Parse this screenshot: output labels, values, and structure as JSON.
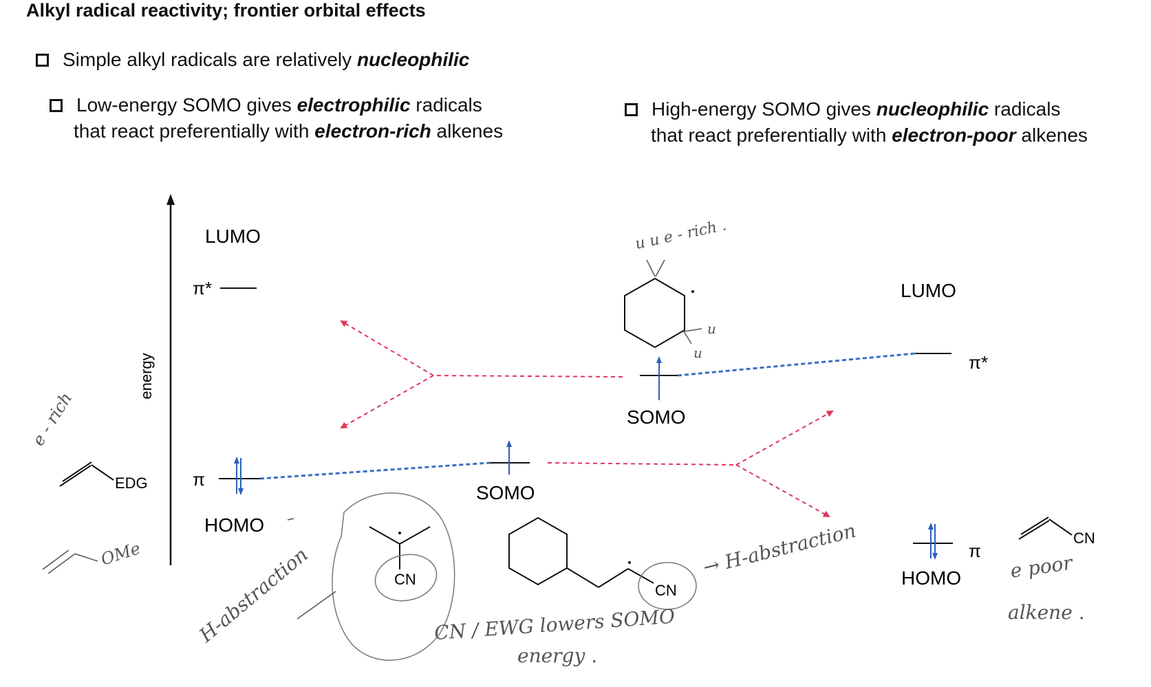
{
  "title": "Alkyl radical reactivity; frontier orbital effects",
  "bullet_main": {
    "text": "Simple alkyl radicals are relatively ",
    "emph": "nucleophilic"
  },
  "bullet_left": {
    "line1_pre": "Low-energy SOMO gives ",
    "line1_emph": "electrophilic",
    "line1_post": " radicals",
    "line2_pre": "that react preferentially with ",
    "line2_emph": "electron-rich",
    "line2_post": " alkenes"
  },
  "bullet_right": {
    "line1_pre": "High-energy SOMO gives ",
    "line1_emph": "nucleophilic",
    "line1_post": " radicals",
    "line2_pre": "that react preferentially with ",
    "line2_emph": "electron-poor",
    "line2_post": " alkenes"
  },
  "diagram": {
    "axis_label": "energy",
    "left": {
      "lumo": "LUMO",
      "pi_star": "π*",
      "pi": "π",
      "homo": "HOMO",
      "substituent": "EDG"
    },
    "center": {
      "somo_low": "SOMO",
      "somo_high": "SOMO",
      "cn_a": "CN",
      "cn_b": "CN"
    },
    "right": {
      "lumo": "LUMO",
      "pi_star": "π*",
      "pi": "π",
      "homo": "HOMO",
      "substituent": "CN"
    },
    "colors": {
      "red_dash": "#e0365a",
      "blue_dash": "#3a6fc4",
      "electron": "#2a5fbf"
    }
  },
  "handwritten": {
    "e_rich_top": "u  u  e - rich .",
    "h1": "u",
    "h2": "u",
    "e_rich_left": "e - rich",
    "ome": "OMe",
    "h_abstraction_left": "H-abstraction",
    "h_abstraction_right": "→ H-abstraction",
    "cn_ewg": "CN / EWG lowers SOMO",
    "energy_note": "energy .",
    "e_poor": "e poor",
    "alkene": "alkene ."
  }
}
